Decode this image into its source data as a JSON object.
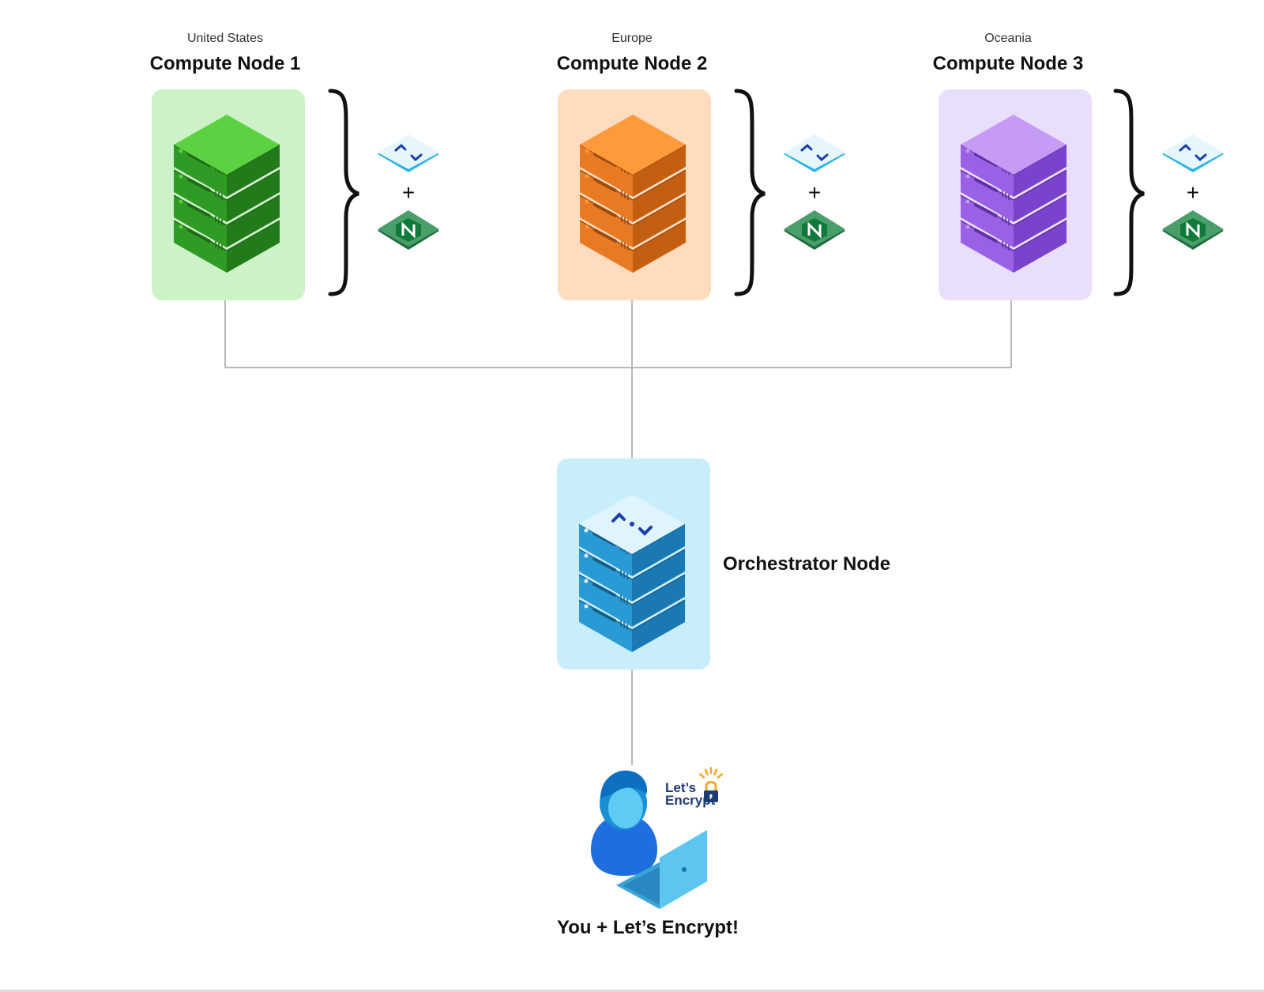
{
  "nodes": [
    {
      "region": "United States",
      "title": "Compute Node 1",
      "colors": {
        "panel": "#cdf2c8",
        "top": "#5cd243",
        "body": "#2f9b24",
        "dark": "#237a1b",
        "line": "#1f6a17"
      }
    },
    {
      "region": "Europe",
      "title": "Compute Node 2",
      "colors": {
        "panel": "#ffdcbe",
        "top": "#ff9a3c",
        "body": "#e77a23",
        "dark": "#c45f12",
        "line": "#9c4a0e"
      }
    },
    {
      "region": "Oceania",
      "title": "Compute Node 3",
      "colors": {
        "panel": "#eadffb",
        "top": "#c59bf5",
        "body": "#9a60e6",
        "dark": "#7a43cc",
        "line": "#5f2fa8"
      }
    }
  ],
  "addon_plus": "+",
  "addon_icons": [
    "kubernetes-tile-icon",
    "nginx-tile-icon"
  ],
  "orchestrator": {
    "label": "Orchestrator Node",
    "colors": {
      "panel": "#c8eefb",
      "top": "#dff4fd",
      "body": "#2a9ad5",
      "dark": "#1a79b3",
      "line": "#135f8c"
    }
  },
  "client": {
    "label": "You + Let’s Encrypt!",
    "badge_line1": "Let’s",
    "badge_line2": "Encrypt"
  },
  "connector_color": "#b7b7b7"
}
